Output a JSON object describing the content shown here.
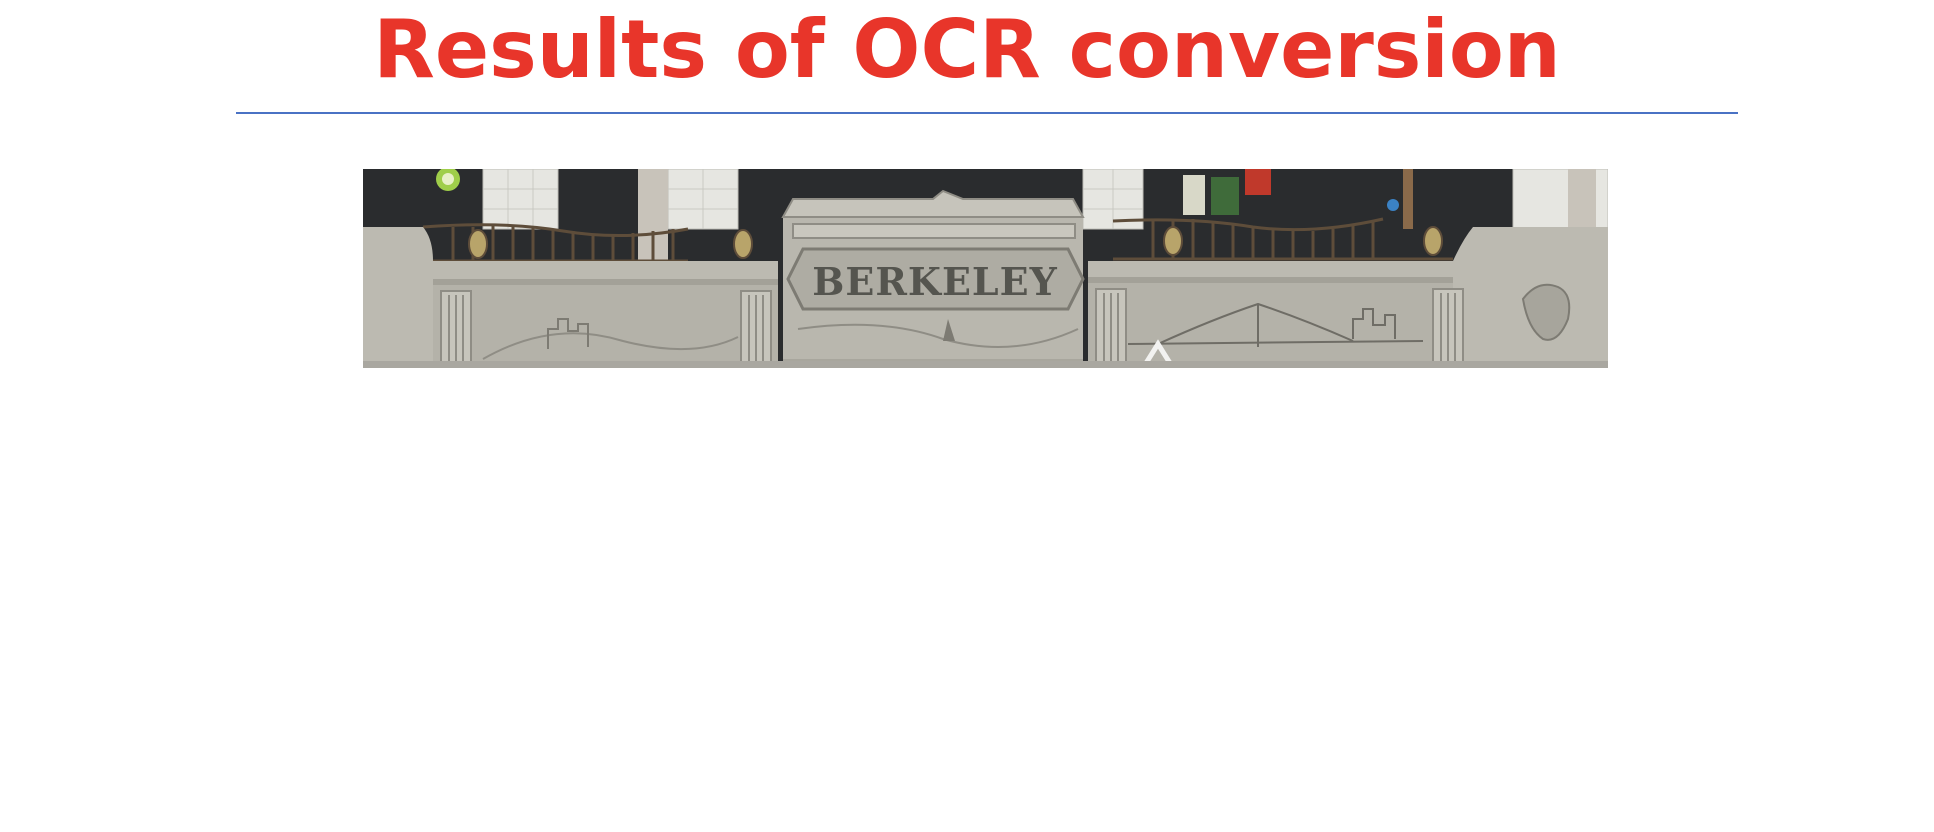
{
  "slide": {
    "title": "Results of OCR conversion"
  },
  "photo": {
    "description_icon": "photo-berkeley-sign",
    "sign_text": "BERKELEY",
    "colors": {
      "stone": "#b9b7ae",
      "stone_dark": "#8f8d85",
      "window": "#1b1d1f",
      "tile": "#e9e9e4",
      "railing": "#5e4d3a",
      "title_red": "#e8352a",
      "rule_blue": "#4a72c4"
    }
  }
}
